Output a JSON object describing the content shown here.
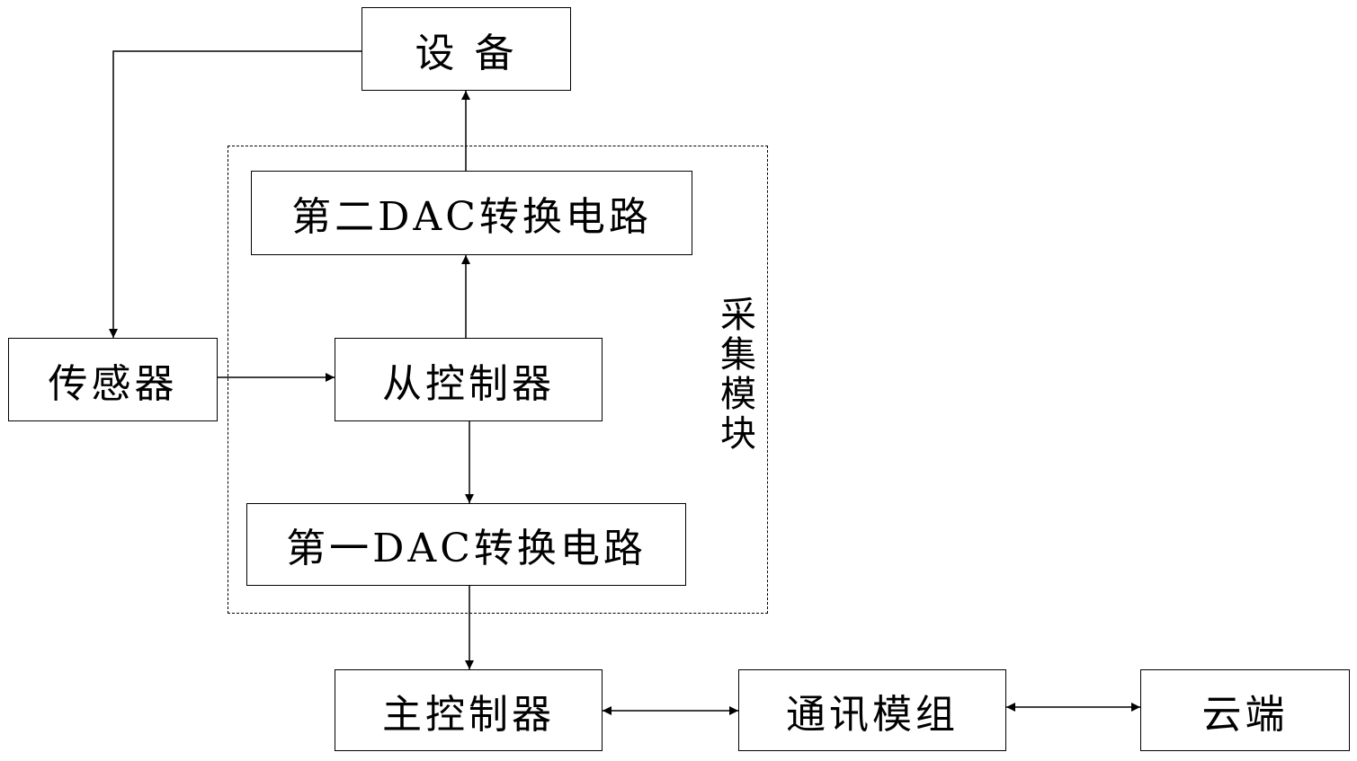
{
  "nodes": {
    "device": "设 备",
    "dac2": "第二DAC转换电路",
    "sensor": "传感器",
    "slave": "从控制器",
    "dac1": "第一DAC转换电路",
    "master": "主控制器",
    "comm": "通讯模组",
    "cloud": "云端"
  },
  "group_label": "采集模块"
}
